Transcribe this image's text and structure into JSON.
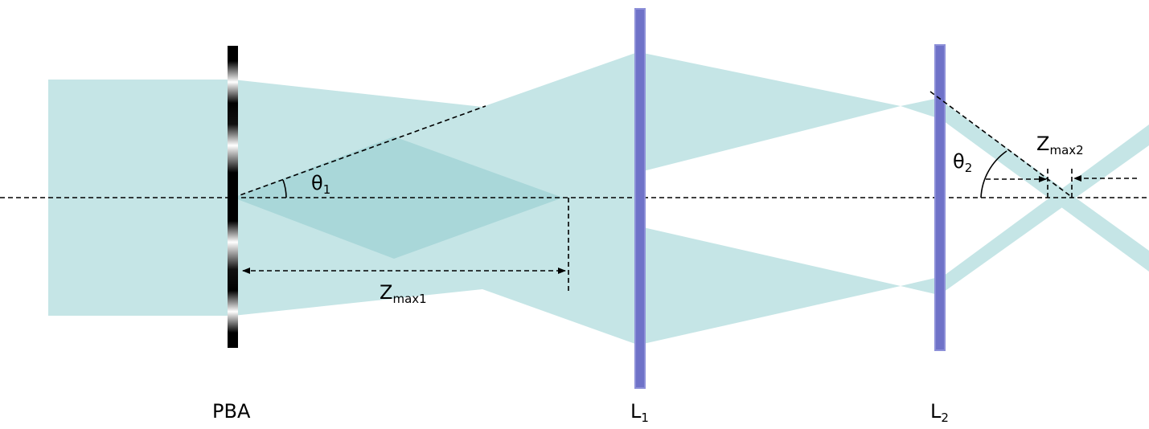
{
  "colors": {
    "beam": "#c5e5e6",
    "overlap": "#a9d7d9",
    "lens": "#6f72c8",
    "lens_edge": "#8d90d8",
    "line": "#000000"
  },
  "labels": {
    "pba": "PBA",
    "l1_main": "L",
    "l1_sub": "1",
    "l2_main": "L",
    "l2_sub": "2",
    "theta1_main": "θ",
    "theta1_sub": "1",
    "theta2_main": "θ",
    "theta2_sub": "2",
    "zmax1_main": "Z",
    "zmax1_sub": "max1",
    "zmax2_main": "Z",
    "zmax2_sub": "max2"
  },
  "elements": {
    "pba": "axicon-grating (phase plate) with black-white gradient bands",
    "l1": "lens",
    "l2": "lens"
  }
}
